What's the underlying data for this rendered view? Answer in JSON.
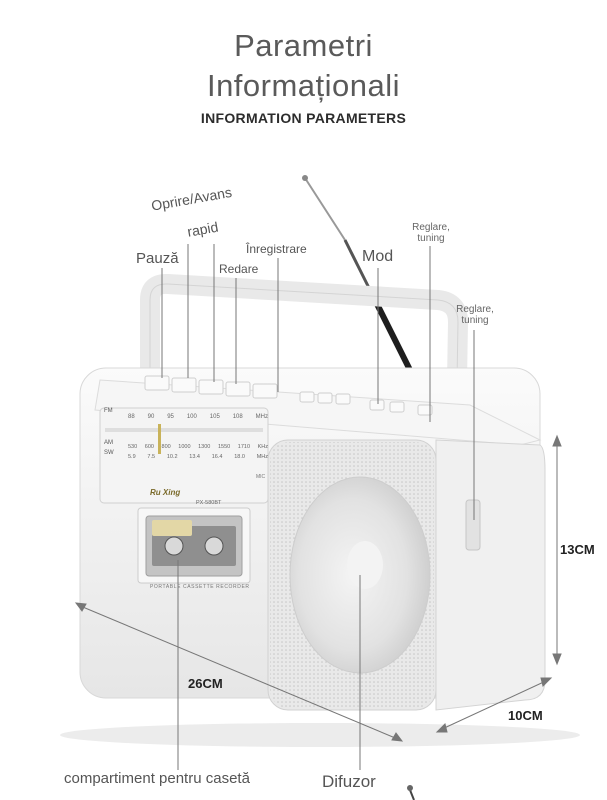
{
  "header": {
    "title_line1": "Parametri",
    "title_line2": "Informaționali",
    "subtitle": "INFORMATION PARAMETERS"
  },
  "callouts": {
    "stop_ff_line1": "Oprire/Avans",
    "stop_ff_line2": "rapid",
    "pause": "Pauză",
    "play": "Redare",
    "record": "Înregistrare",
    "mode": "Mod",
    "tuning_top_line1": "Reglare,",
    "tuning_top_line2": "tuning",
    "tuning_side_line1": "Reglare,",
    "tuning_side_line2": "tuning",
    "cassette": "compartiment pentru casetă",
    "speaker": "Difuzor"
  },
  "dimensions": {
    "width": "26CM",
    "height": "13CM",
    "depth": "10CM"
  },
  "radio_panel": {
    "fm_label": "FM",
    "fm_ticks": [
      "88",
      "90",
      "95",
      "100",
      "105",
      "108"
    ],
    "fm_unit": "MHz",
    "am_label": "AM",
    "am_ticks": [
      "530",
      "600",
      "800",
      "1000",
      "1300",
      "1550",
      "1710"
    ],
    "am_unit": "KHz",
    "sw_label": "SW",
    "sw_ticks": [
      "5.9",
      "7.5",
      "10.2",
      "13.4",
      "16.4",
      "18.0"
    ],
    "sw_unit": "MHz",
    "mic": "MIC",
    "brand": "Ru Xing",
    "model": "PX-580BT",
    "recorder_text": "PORTABLE CASSETTE RECORDER"
  },
  "colors": {
    "body": "#f2f2f2",
    "accent_gold": "#c9b35a",
    "antenna": "#222222"
  }
}
